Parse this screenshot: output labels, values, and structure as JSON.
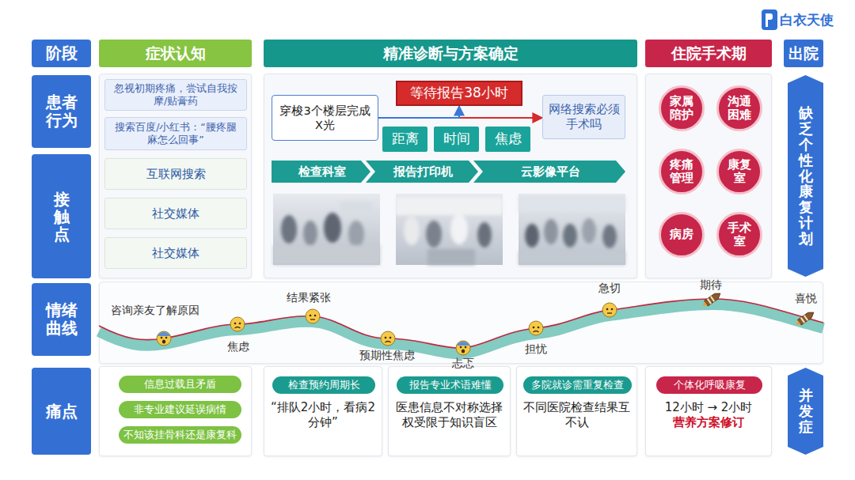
{
  "diagram": {
    "nodes": [
      {
        "text": [
          "阶段"
        ]
      },
      {
        "text": [
          "症状认知"
        ]
      },
      {
        "text": [
          "精准诊断与方案确定"
        ]
      },
      {
        "text": [
          "住院手术期"
        ]
      },
      {
        "text": [
          "出院"
        ]
      },
      {
        "text": [
          "患者行为"
        ]
      },
      {
        "text": [
          "忽视初期疼痛，尝试自我按摩/贴膏药"
        ]
      },
      {
        "text": [
          "搜索百度/小红书：“腰疼腿麻怎么回事”"
        ]
      },
      {
        "text": [
          "等待报告38小时"
        ]
      },
      {
        "text": [
          "穿梭3个楼层完成X光"
        ]
      },
      {
        "text": [
          "网络搜索必须手术吗"
        ]
      },
      {
        "text": [
          "距离"
        ]
      },
      {
        "text": [
          "时间"
        ]
      },
      {
        "text": [
          "焦虑"
        ]
      },
      {
        "text": [
          "家属陪护"
        ]
      },
      {
        "text": [
          "沟通困难"
        ]
      },
      {
        "text": [
          "疼痛管理"
        ]
      },
      {
        "text": [
          "康复室"
        ]
      },
      {
        "text": [
          "病房"
        ]
      },
      {
        "text": [
          "手术室"
        ]
      },
      {
        "text": [
          "缺乏个性化康复计划"
        ]
      },
      {
        "text": [
          "接触点"
        ]
      },
      {
        "text": [
          "互联网搜索"
        ]
      },
      {
        "text": [
          "社交媒体"
        ]
      },
      {
        "text": [
          "社交媒体"
        ]
      },
      {
        "text": [
          "检查科室"
        ]
      },
      {
        "text": [
          "报告打印机"
        ]
      },
      {
        "text": [
          "云影像平台"
        ]
      },
      {
        "text": [
          "情绪曲线"
        ]
      },
      {
        "text": [
          "痛点"
        ]
      },
      {
        "text": [
          "信息过载且矛盾"
        ]
      },
      {
        "text": [
          "非专业建议延误病情"
        ]
      },
      {
        "text": [
          "不知该挂骨科还是康复科"
        ]
      },
      {
        "text": [
          "“排队2小时，看病2分钟”"
        ]
      },
      {
        "text": [
          "检查预约周期长"
        ],
        "in": 33
      },
      {
        "text": [
          "医患信息不对称选择权受限于知识盲区"
        ]
      },
      {
        "text": [
          "报告专业术语难懂"
        ],
        "in": 35
      },
      {
        "text": [
          "不同医院检查结果互不认"
        ]
      },
      {
        "text": [
          "多院就诊需重复检查"
        ],
        "in": 37
      },
      {
        "text": [
          "12小时 → 2小时",
          "营养方案修订"
        ]
      },
      {
        "text": [
          "个体化呼吸康复"
        ],
        "in": 39
      },
      {
        "text": [
          "并发症"
        ]
      }
    ],
    "edges": [
      {
        "from": 9,
        "to": 8,
        "arrow": "to"
      },
      {
        "from": 9,
        "to": 10,
        "arrow": "to"
      }
    ],
    "labels": [
      "白衣天使",
      "咨询亲友了解原因",
      "焦虑",
      "结果紧张",
      "预期性焦虑",
      "忐忑",
      "担忧",
      "急切",
      "期待",
      "喜悦"
    ]
  }
}
